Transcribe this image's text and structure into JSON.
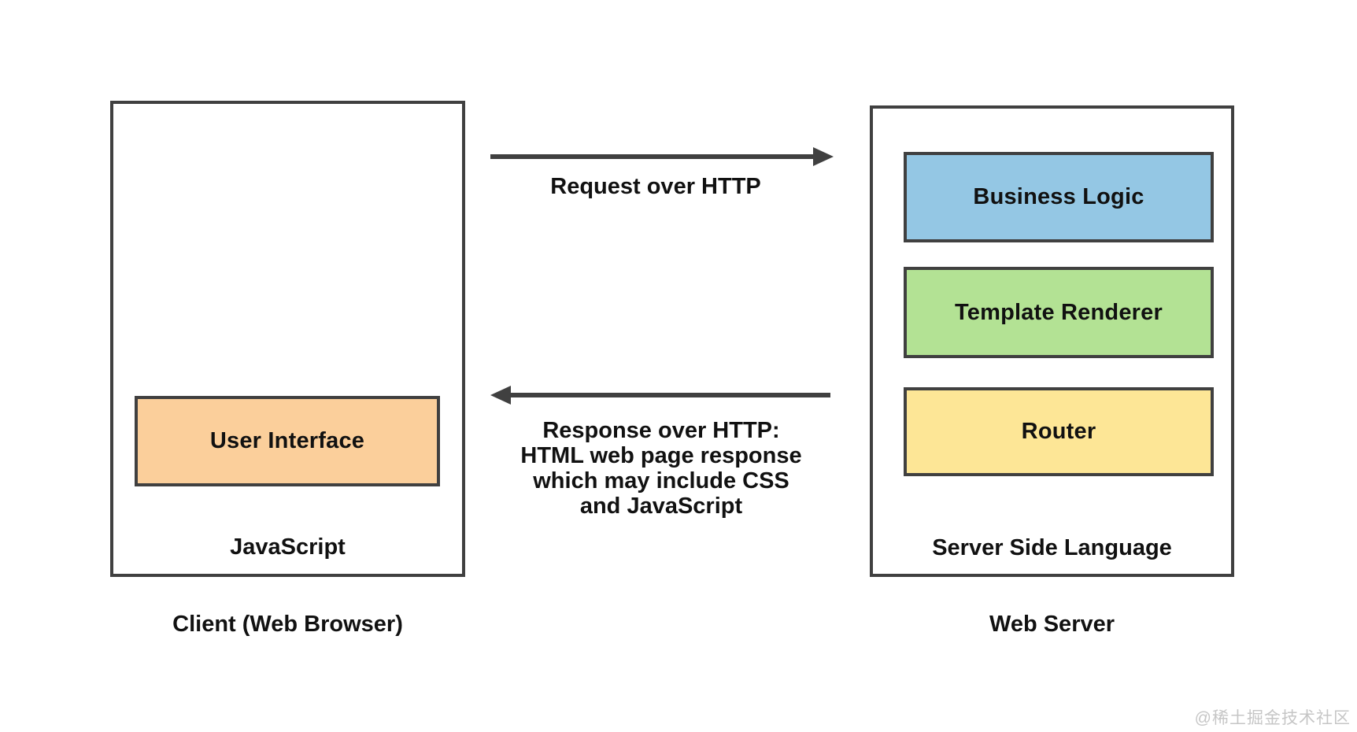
{
  "colors": {
    "border": "#404040",
    "arrow": "#404040",
    "user_interface_fill": "#fbcf9b",
    "business_logic_fill": "#94c7e4",
    "template_renderer_fill": "#b3e294",
    "router_fill": "#fde696",
    "watermark": "#c6c6c6"
  },
  "client": {
    "inner_box_label": "User Interface",
    "language_label": "JavaScript",
    "caption": "Client (Web Browser)"
  },
  "server": {
    "boxes": [
      {
        "label": "Business Logic"
      },
      {
        "label": "Template Renderer"
      },
      {
        "label": "Router"
      }
    ],
    "language_label": "Server Side Language",
    "caption": "Web Server"
  },
  "arrows": {
    "request": {
      "label": "Request over HTTP",
      "direction": "right"
    },
    "response": {
      "lines": [
        "Response over HTTP:",
        "HTML web page response",
        "which may include CSS",
        "and JavaScript"
      ],
      "direction": "left"
    }
  },
  "watermark": "@稀土掘金技术社区"
}
